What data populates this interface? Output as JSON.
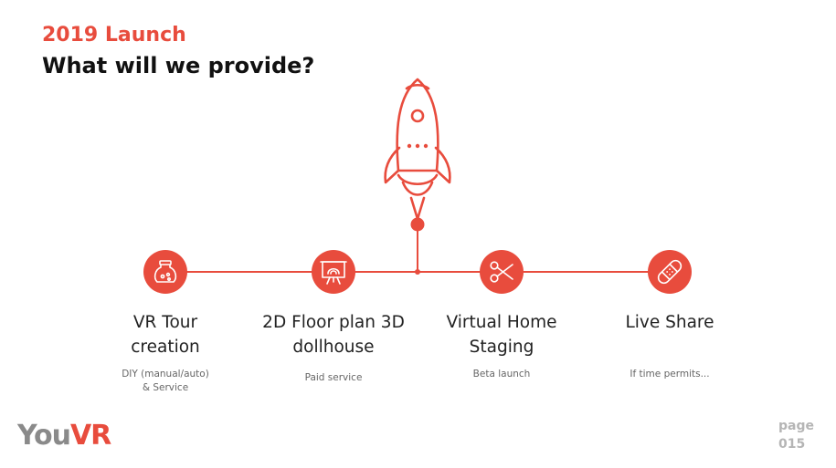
{
  "header": {
    "kicker": "2019 Launch",
    "title": "What will we provide?"
  },
  "colors": {
    "accent": "#e84c3d",
    "title": "#111111",
    "muted": "#b5b5b5"
  },
  "steps": [
    {
      "icon": "potion-jar-icon",
      "title_lines": [
        "VR Tour",
        "creation"
      ],
      "note_lines": [
        "DIY (manual/auto)",
        "& Service"
      ]
    },
    {
      "icon": "presentation-board-icon",
      "title_lines": [
        "2D Floor plan 3D",
        "dollhouse"
      ],
      "note_lines": [
        "Paid service"
      ]
    },
    {
      "icon": "scissors-icon",
      "title_lines": [
        "Virtual Home",
        "Staging"
      ],
      "note_lines": [
        "Beta launch"
      ]
    },
    {
      "icon": "bandage-icon",
      "title_lines": [
        "Live Share"
      ],
      "note_lines": [
        "If time permits..."
      ]
    }
  ],
  "footer": {
    "logo_you": "You",
    "logo_vr": "VR",
    "page_word": "page",
    "page_number": "015"
  }
}
